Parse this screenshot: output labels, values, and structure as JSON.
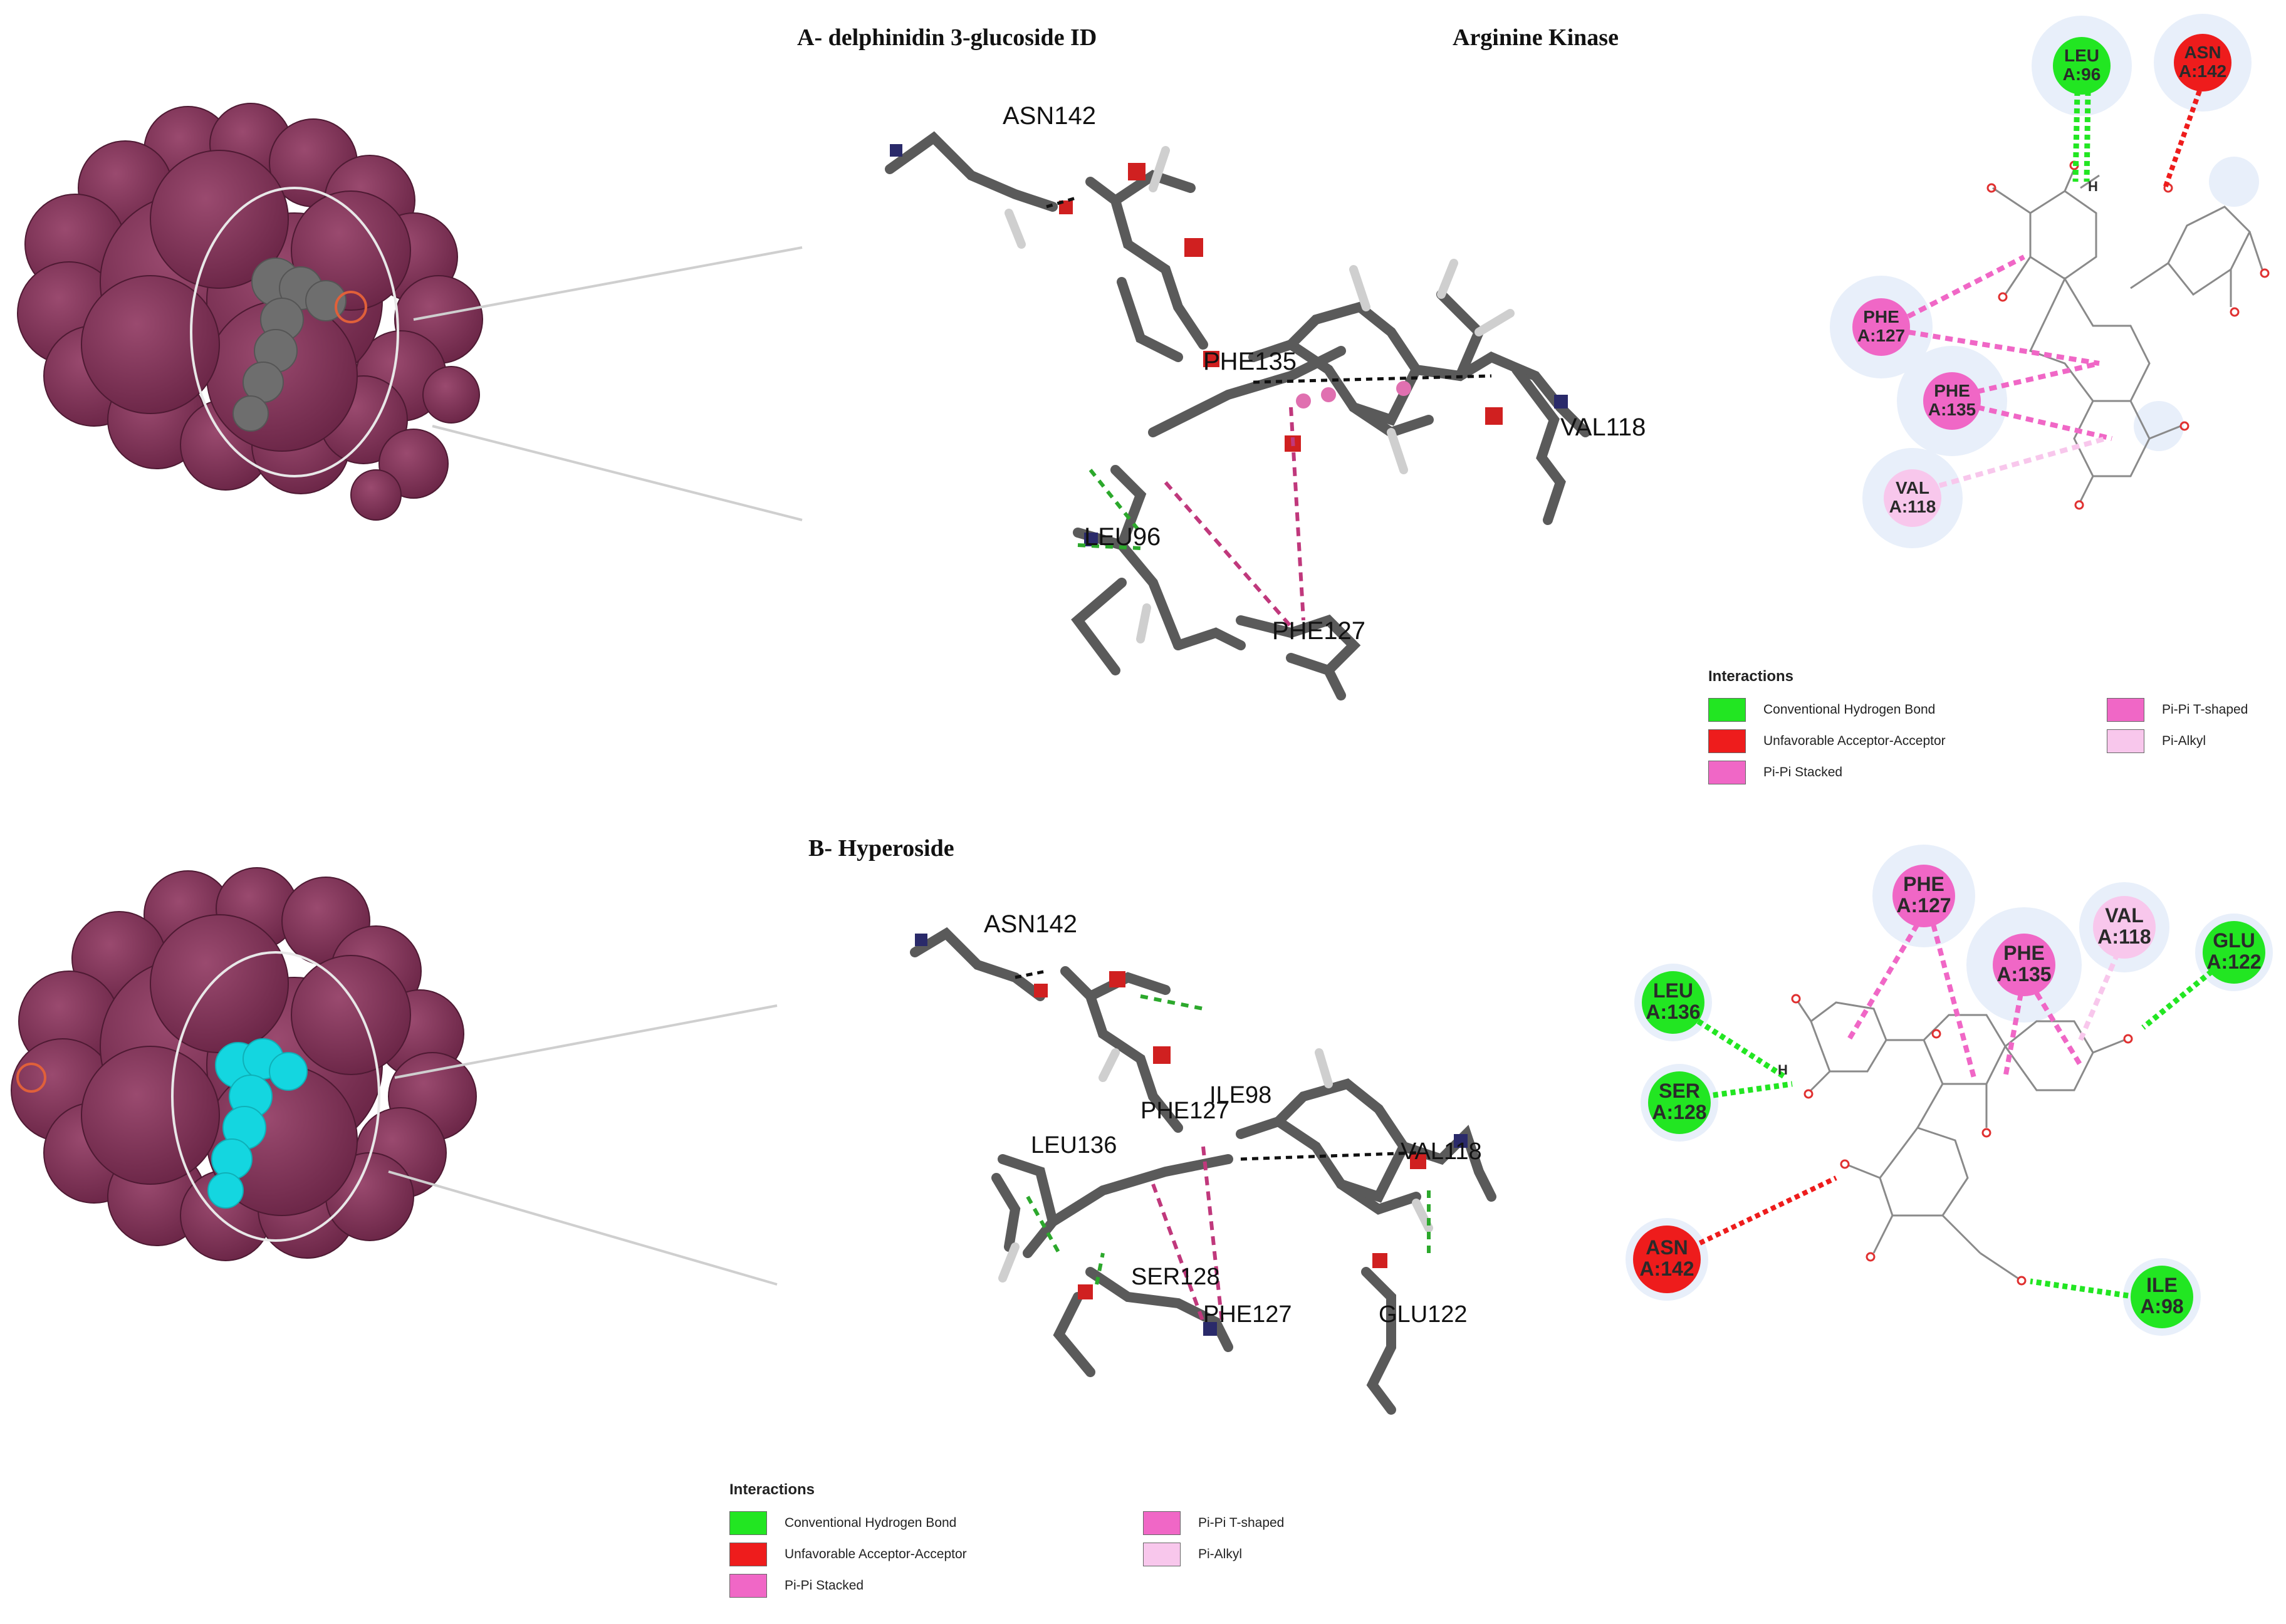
{
  "headings": {
    "panel_a": "A- delphinidin 3-glucoside ID",
    "protein": "Arginine Kinase",
    "panel_b": "B- Hyperoside"
  },
  "colors": {
    "protein_surface": "#7d3357",
    "ligand_a": "#6e6e6e",
    "ligand_b": "#14d6e0",
    "conventional_hbond": "#22e622",
    "unfavorable_acceptor": "#ee1c1c",
    "pi_pi_stacked": "#f067c6",
    "pi_pi_tshaped": "#f067c6",
    "pi_alkyl": "#f8c7ec"
  },
  "panel_a": {
    "residue_labels": [
      "ASN142",
      "PHE135",
      "VAL118",
      "LEU96",
      "PHE127"
    ],
    "residue_nodes": [
      {
        "res": "LEU",
        "pos": "A:96",
        "type": "hbond"
      },
      {
        "res": "ASN",
        "pos": "A:142",
        "type": "unfavorable"
      },
      {
        "res": "PHE",
        "pos": "A:127",
        "type": "pi_stacked"
      },
      {
        "res": "PHE",
        "pos": "A:135",
        "type": "pi_stacked"
      },
      {
        "res": "VAL",
        "pos": "A:118",
        "type": "pi_alkyl"
      }
    ],
    "hbond_h": "H"
  },
  "panel_b": {
    "residue_labels": [
      "ASN142",
      "PHE127",
      "ILE98",
      "LEU136",
      "VAL118",
      "SER128",
      "PHE127",
      "GLU122"
    ],
    "residue_nodes": [
      {
        "res": "PHE",
        "pos": "A:127",
        "type": "pi_stacked"
      },
      {
        "res": "PHE",
        "pos": "A:135",
        "type": "pi_stacked"
      },
      {
        "res": "VAL",
        "pos": "A:118",
        "type": "pi_alkyl"
      },
      {
        "res": "LEU",
        "pos": "A:136",
        "type": "hbond"
      },
      {
        "res": "GLU",
        "pos": "A:122",
        "type": "hbond"
      },
      {
        "res": "SER",
        "pos": "A:128",
        "type": "hbond"
      },
      {
        "res": "ASN",
        "pos": "A:142",
        "type": "unfavorable"
      },
      {
        "res": "ILE",
        "pos": "A:98",
        "type": "hbond"
      }
    ],
    "hbond_h": "H"
  },
  "legend_a": {
    "title": "Interactions",
    "items": [
      {
        "label": "Conventional Hydrogen Bond",
        "color": "#22e622"
      },
      {
        "label": "Unfavorable Acceptor-Acceptor",
        "color": "#ee1c1c"
      },
      {
        "label": "Pi-Pi Stacked",
        "color": "#f067c6"
      },
      {
        "label": "Pi-Pi T-shaped",
        "color": "#f067c6"
      },
      {
        "label": "Pi-Alkyl",
        "color": "#f8c7ec"
      }
    ]
  },
  "legend_b": {
    "title": "Interactions",
    "items": [
      {
        "label": "Conventional Hydrogen Bond",
        "color": "#22e622"
      },
      {
        "label": "Unfavorable Acceptor-Acceptor",
        "color": "#ee1c1c"
      },
      {
        "label": "Pi-Pi Stacked",
        "color": "#f067c6"
      },
      {
        "label": "Pi-Pi T-shaped",
        "color": "#f067c6"
      },
      {
        "label": "Pi-Alkyl",
        "color": "#f8c7ec"
      }
    ]
  }
}
